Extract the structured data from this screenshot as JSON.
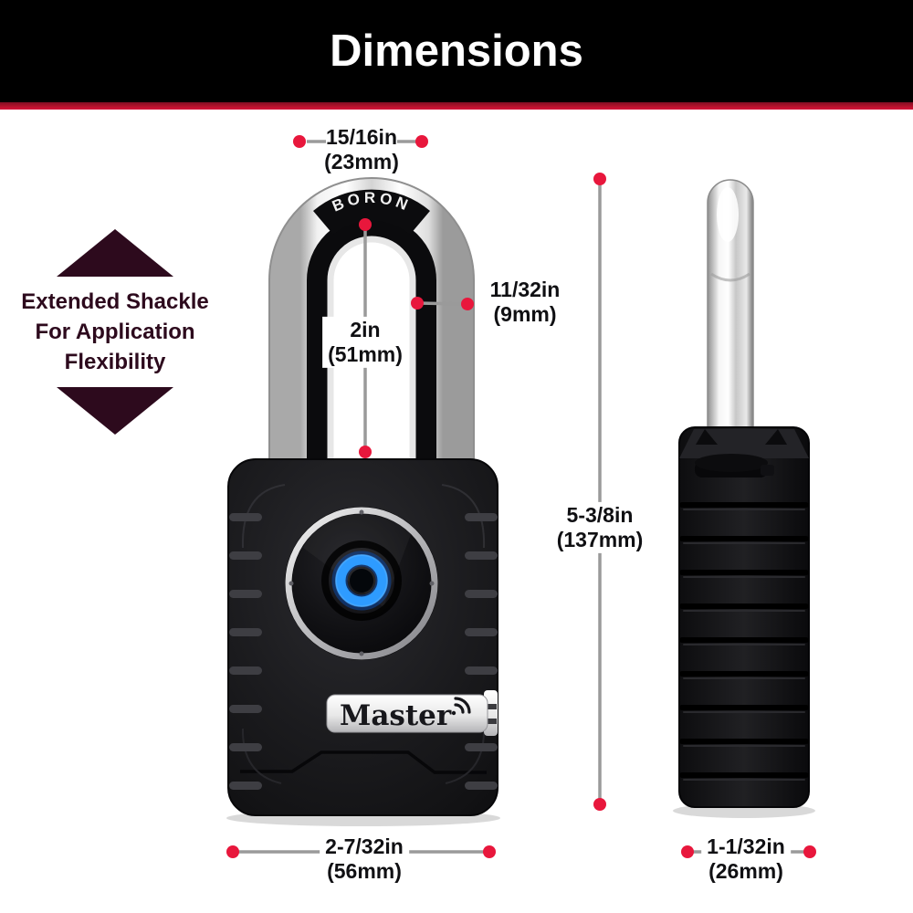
{
  "header": {
    "title": "Dimensions"
  },
  "callout": {
    "lines": [
      "Extended Shackle",
      "For Application",
      "Flexibility"
    ]
  },
  "dimensions": {
    "shackle_width": {
      "in": "15/16in",
      "mm": "(23mm)"
    },
    "shackle_diameter": {
      "in": "11/32in",
      "mm": "(9mm)"
    },
    "shackle_clearance": {
      "in": "2in",
      "mm": "(51mm)"
    },
    "overall_height": {
      "in": "5-3/8in",
      "mm": "(137mm)"
    },
    "body_width": {
      "in": "2-7/32in",
      "mm": "(56mm)"
    },
    "body_depth": {
      "in": "1-1/32in",
      "mm": "(26mm)"
    }
  },
  "padlock": {
    "shackle_marking": "BORON",
    "brand": "Master"
  },
  "icons": {
    "brand_signal": "wireless-icon"
  },
  "colors": {
    "accent_red": "#e8173c",
    "header_bg": "#000000",
    "stripe_red": "#c41236",
    "callout_maroon": "#2d0a1d",
    "dial_blue": "#2e9bff",
    "line_gray": "#9a9a9a"
  }
}
